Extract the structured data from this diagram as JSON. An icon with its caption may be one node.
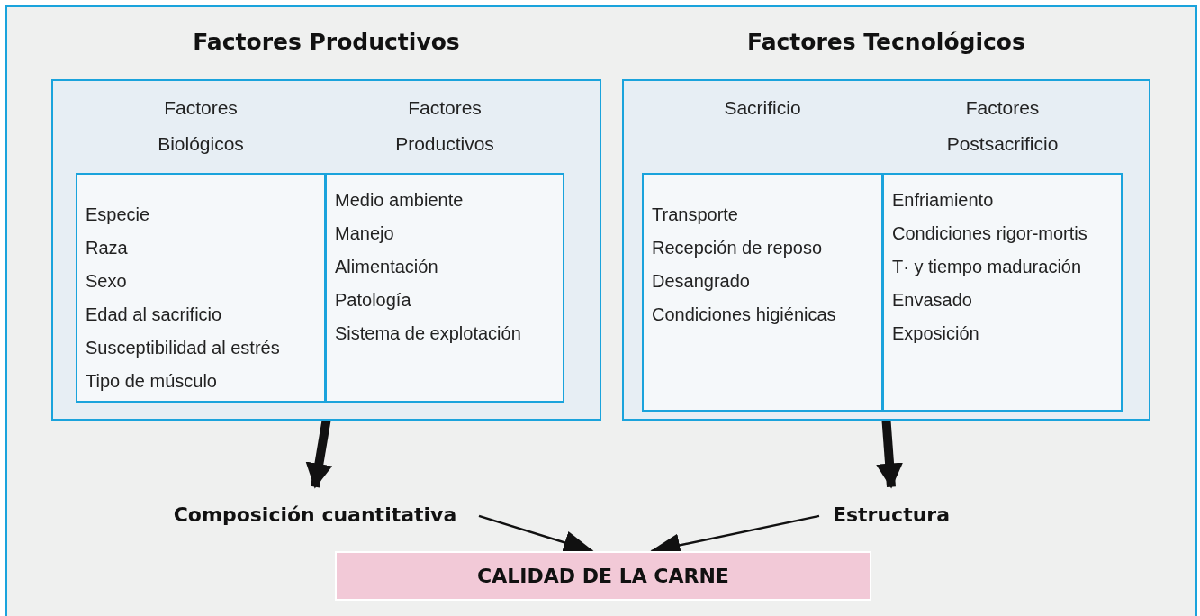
{
  "diagram": {
    "nodes": [
      {
        "text": [
          "Factores Productivos"
        ]
      },
      {
        "text": [
          "Factores Biológicos",
          "Especie",
          "Raza",
          "Sexo",
          "Edad al sacrificio",
          "Susceptibilidad al estrés",
          "Tipo de músculo"
        ],
        "in": 0
      },
      {
        "text": [
          "Factores Productivos",
          "Medio ambiente",
          "Manejo",
          "Alimentación",
          "Patología",
          "Sistema de explotación"
        ],
        "in": 0
      },
      {
        "text": [
          "Factores Tecnológicos"
        ]
      },
      {
        "text": [
          "Sacrificio",
          "Transporte",
          "Recepción de reposo",
          "Desangrado",
          "Condiciones higiénicas"
        ],
        "in": 3
      },
      {
        "text": [
          "Factores Postsacrificio",
          "Enfriamiento",
          "Condiciones rigor-mortis",
          "T· y tiempo maduración",
          "Envasado",
          "Exposición"
        ],
        "in": 3
      },
      {
        "text": [
          "Composición cuantitativa"
        ]
      },
      {
        "text": [
          "Estructura"
        ]
      },
      {
        "text": [
          "CALIDAD DE LA CARNE"
        ]
      }
    ],
    "edges": [
      {
        "from": 0,
        "to": 6,
        "arrow": "to",
        "style": "thick"
      },
      {
        "from": 3,
        "to": 7,
        "arrow": "to",
        "style": "thick"
      },
      {
        "from": 6,
        "to": 8,
        "arrow": "to"
      },
      {
        "from": 7,
        "to": 8,
        "arrow": "to"
      }
    ]
  }
}
